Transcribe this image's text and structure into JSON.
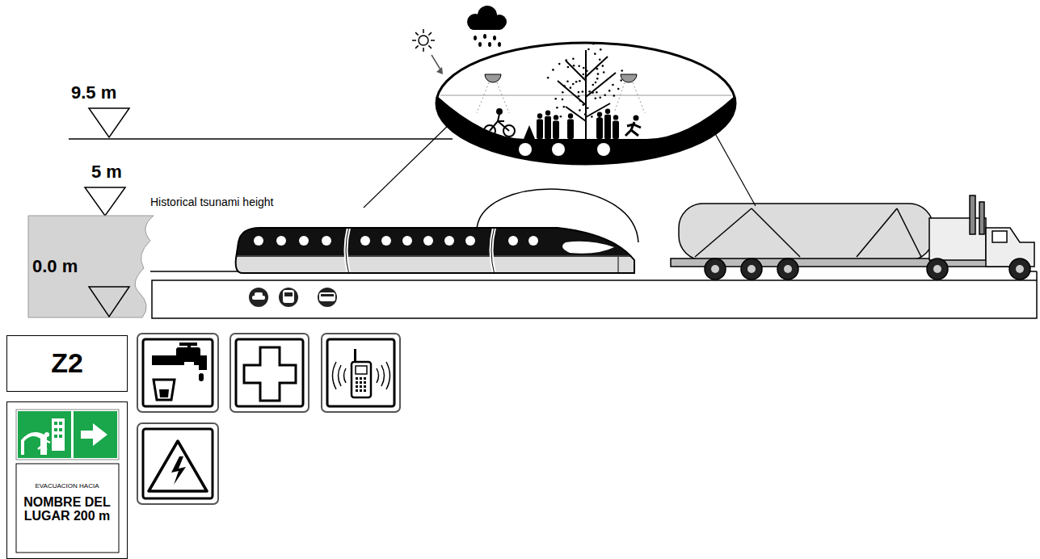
{
  "diagram": {
    "nodes": [
      {
        "text": [
          "Z2"
        ]
      },
      {
        "text": [
          "EVACUACION HACIA",
          "NOMBRE DEL LUGAR 200 m"
        ]
      }
    ],
    "labels": [
      "9.5 m",
      "5 m",
      "Historical tsunami height",
      "0.0 m"
    ]
  }
}
